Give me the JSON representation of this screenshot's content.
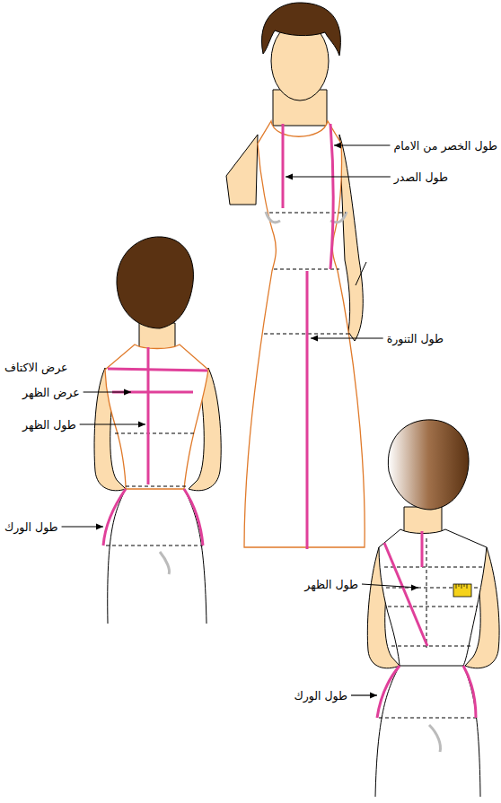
{
  "diagram": {
    "labels": [
      "طول الخصر من الامام",
      "طول الصدر",
      "طول التنورة",
      "عرض الاكتاف",
      "عرض الظهر",
      "طول الظهر",
      "طول الورك",
      "طول الظهر",
      "طول الورك"
    ]
  }
}
